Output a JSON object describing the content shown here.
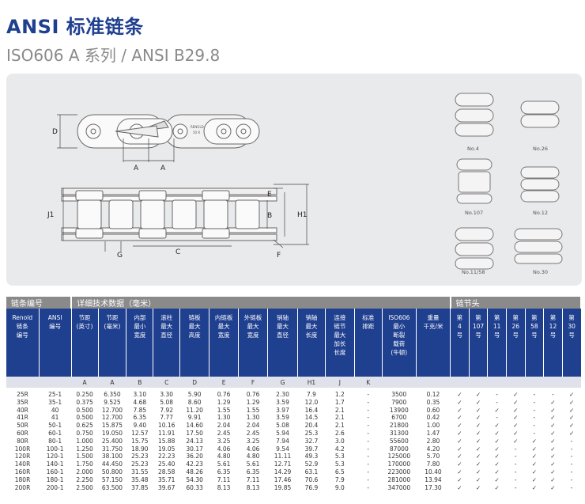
{
  "page": {
    "title": "ANSI 标准链条",
    "subtitle": "ISO606 A 系列 / ANSI B29.8"
  },
  "diagram": {
    "labels": {
      "D": "D",
      "A": "A",
      "E": "E",
      "B": "B",
      "H1": "H1",
      "J1": "J1",
      "G": "G",
      "C": "C",
      "F": "F"
    },
    "plate_text": [
      "RENOLD",
      "50 R"
    ],
    "links": [
      "No.4",
      "No.26",
      "No.107",
      "No.12",
      "No.11/58",
      "No.30"
    ]
  },
  "table": {
    "groups": [
      "链条编号",
      "详细技术数据（毫米）",
      "链节头"
    ],
    "headers": [
      "Renold\n链条\n编号",
      "ANSI\n编号",
      "节距\n(英寸)",
      "节距\n(毫米)",
      "内部\n最小\n宽度",
      "滚柱\n最大\n直径",
      "链板\n最大\n高度",
      "内链板\n最大\n宽度",
      "外链板\n最大\n宽度",
      "销轴\n最大\n直径",
      "销轴\n最大\n长度",
      "连接\n链节\n最大\n加长\n长度",
      "标准\n排距",
      "ISO606\n最小\n断裂\n载荷\n(牛顿)",
      "重量\n千克/米",
      "第\n4\n号",
      "第\n107\n号",
      "第\n11\n号",
      "第\n26\n号",
      "第\n58\n号",
      "第\n12\n号",
      "第\n30\n号"
    ],
    "letters": [
      "",
      "",
      "A",
      "A",
      "B",
      "C",
      "D",
      "E",
      "F",
      "G",
      "H1",
      "J",
      "K",
      "",
      "",
      "",
      "",
      "",
      "",
      "",
      "",
      ""
    ],
    "rows": [
      [
        "25R",
        "25-1",
        "0.250",
        "6.350",
        "3.10",
        "3.30",
        "5.90",
        "0.76",
        "0.76",
        "2.30",
        "7.9",
        "1.2",
        "-",
        "3500",
        "0.12",
        "✓",
        "✓",
        "-",
        "✓",
        "-",
        "-",
        "✓"
      ],
      [
        "35R",
        "35-1",
        "0.375",
        "9.525",
        "4.68",
        "5.08",
        "8.60",
        "1.29",
        "1.29",
        "3.59",
        "12.0",
        "1.7",
        "-",
        "7900",
        "0.35",
        "✓",
        "✓",
        "-",
        "✓",
        "-",
        "✓",
        "✓"
      ],
      [
        "40R",
        "40",
        "0.500",
        "12.700",
        "7.85",
        "7.92",
        "11.20",
        "1.55",
        "1.55",
        "3.97",
        "16.4",
        "2.1",
        "-",
        "13900",
        "0.60",
        "✓",
        "✓",
        "✓",
        "✓",
        "-",
        "✓",
        "✓"
      ],
      [
        "41R",
        "41",
        "0.500",
        "12.700",
        "6.35",
        "7.77",
        "9.91",
        "1.30",
        "1.30",
        "3.59",
        "14.5",
        "2.1",
        "-",
        "6700",
        "0.42",
        "✓",
        "✓",
        "-",
        "✓",
        "-",
        "✓",
        "✓"
      ],
      [
        "50R",
        "50-1",
        "0.625",
        "15.875",
        "9.40",
        "10.16",
        "14.60",
        "2.04",
        "2.04",
        "5.08",
        "20.4",
        "2.1",
        "-",
        "21800",
        "1.00",
        "✓",
        "✓",
        "✓",
        "✓",
        "-",
        "✓",
        "✓"
      ],
      [
        "60R",
        "60-1",
        "0.750",
        "19.050",
        "12.57",
        "11.91",
        "17.50",
        "2.45",
        "2.45",
        "5.94",
        "25.3",
        "2.6",
        "-",
        "31300",
        "1.47",
        "✓",
        "✓",
        "✓",
        "✓",
        "-",
        "✓",
        "✓"
      ],
      [
        "80R",
        "80-1",
        "1.000",
        "25.400",
        "15.75",
        "15.88",
        "24.13",
        "3.25",
        "3.25",
        "7.94",
        "32.7",
        "3.0",
        "-",
        "55600",
        "2.80",
        "✓",
        "✓",
        "✓",
        "✓",
        "✓",
        "✓",
        "-"
      ],
      [
        "100R",
        "100-1",
        "1.250",
        "31.750",
        "18.90",
        "19.05",
        "30.17",
        "4.06",
        "4.06",
        "9.54",
        "39.7",
        "4.2",
        "-",
        "87000",
        "4.20",
        "✓",
        "✓",
        "✓",
        "-",
        "✓",
        "✓",
        "-"
      ],
      [
        "120R",
        "120-1",
        "1.500",
        "38.100",
        "25.23",
        "22.23",
        "36.20",
        "4.80",
        "4.80",
        "11.11",
        "49.3",
        "5.3",
        "-",
        "125000",
        "5.70",
        "✓",
        "✓",
        "✓",
        "-",
        "✓",
        "✓",
        "-"
      ],
      [
        "140R",
        "140-1",
        "1.750",
        "44.450",
        "25.23",
        "25.40",
        "42.23",
        "5.61",
        "5.61",
        "12.71",
        "52.9",
        "5.3",
        "-",
        "170000",
        "7.80",
        "✓",
        "✓",
        "✓",
        "-",
        "✓",
        "✓",
        "-"
      ],
      [
        "160R",
        "160-1",
        "2.000",
        "50.800",
        "31.55",
        "28.58",
        "48.26",
        "6.35",
        "6.35",
        "14.29",
        "63.1",
        "6.5",
        "-",
        "223000",
        "10.40",
        "✓",
        "✓",
        "✓",
        "-",
        "✓",
        "✓",
        "-"
      ],
      [
        "180R",
        "180-1",
        "2.250",
        "57.150",
        "35.48",
        "35.71",
        "54.30",
        "7.11",
        "7.11",
        "17.46",
        "70.6",
        "7.9",
        "-",
        "281000",
        "13.94",
        "✓",
        "✓",
        "✓",
        "-",
        "✓",
        "✓",
        "-"
      ],
      [
        "200R",
        "200-1",
        "2.500",
        "63.500",
        "37.85",
        "39.67",
        "60.33",
        "8.13",
        "8.13",
        "19.85",
        "76.9",
        "9.0",
        "-",
        "347000",
        "17.30",
        "✓",
        "✓",
        "✓",
        "-",
        "✓",
        "✓",
        "-"
      ]
    ]
  },
  "colors": {
    "brand_blue": "#1f3f8f",
    "group_gray": "#8a8a8a",
    "panel_bg": "#e9eaec",
    "letter_bg": "#dfe2ea"
  }
}
